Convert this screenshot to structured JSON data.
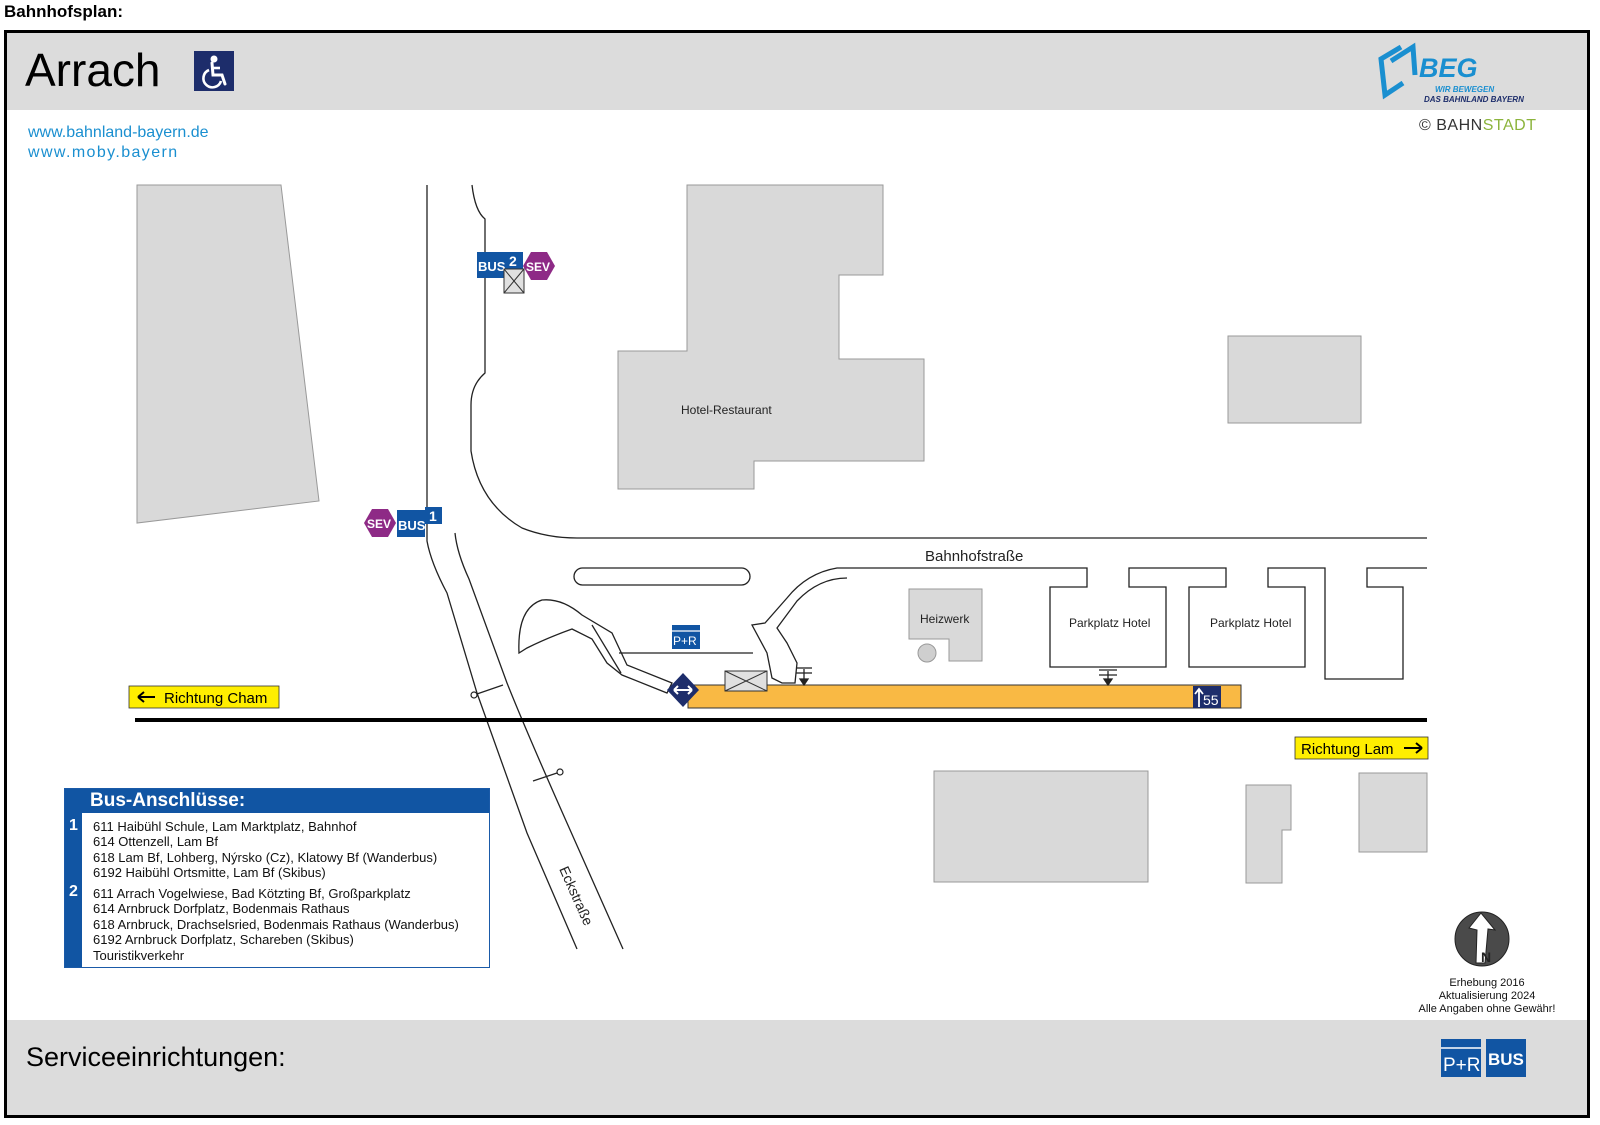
{
  "caption": "Bahnhofsplan:",
  "station_name": "Arrach",
  "links": [
    "www.bahnland-bayern.de",
    "www.moby.bayern"
  ],
  "logo": {
    "name": "BEG",
    "tagline_1": "WIR BEWEGEN",
    "tagline_2": "DAS BAHNLAND BAYERN"
  },
  "copyright": {
    "symbol": "©",
    "part1": "BAHN",
    "part2": "STADT"
  },
  "map": {
    "buildings": {
      "hotel": "Hotel-Restaurant",
      "heizwerk": "Heizwerk",
      "parking_1": "Parkplatz Hotel",
      "parking_2": "Parkplatz Hotel"
    },
    "streets": {
      "main": "Bahnhofstraße",
      "side": "Eckstraße"
    },
    "directions": {
      "left": "Richtung Cham",
      "right": "Richtung Lam"
    },
    "stops": {
      "stop1_number": "1",
      "stop2_number": "2",
      "bus_label": "BUS",
      "sev_label": "SEV"
    },
    "pr_label": "P+R",
    "platform_number": "55"
  },
  "bus_connections": {
    "title": "Bus-Anschlüsse:",
    "groups": [
      {
        "number": "1",
        "lines": [
          "611 Haibühl Schule, Lam Marktplatz, Bahnhof",
          "614 Ottenzell, Lam Bf",
          "618 Lam Bf, Lohberg, Nýrsko (Cz), Klatowy Bf (Wanderbus)",
          "6192 Haibühl Ortsmitte, Lam Bf (Skibus)"
        ]
      },
      {
        "number": "2",
        "lines": [
          "611 Arrach Vogelwiese, Bad Kötzting Bf, Großparkplatz",
          "614 Arnbruck Dorfplatz, Bodenmais Rathaus",
          "618 Arnbruck, Drachselsried, Bodenmais Rathaus (Wanderbus)",
          "6192 Arnbruck Dorfplatz, Schareben (Skibus)",
          "Touristikverkehr"
        ]
      }
    ]
  },
  "compass_letter": "N",
  "survey": [
    "Erhebung 2016",
    "Aktualisierung 2024",
    "Alle Angaben ohne Gewähr!"
  ],
  "footer": {
    "title": "Serviceeinrichtungen:",
    "pr_icon": "P+R",
    "bus_icon": "BUS"
  },
  "colors": {
    "bus_blue": "#1155a3",
    "sev_purple": "#8e2a86",
    "platform": "#f9b944",
    "direction_yellow": "#ffee00",
    "link_blue": "#1a8fd0",
    "building_grey": "#d9d9d9"
  }
}
